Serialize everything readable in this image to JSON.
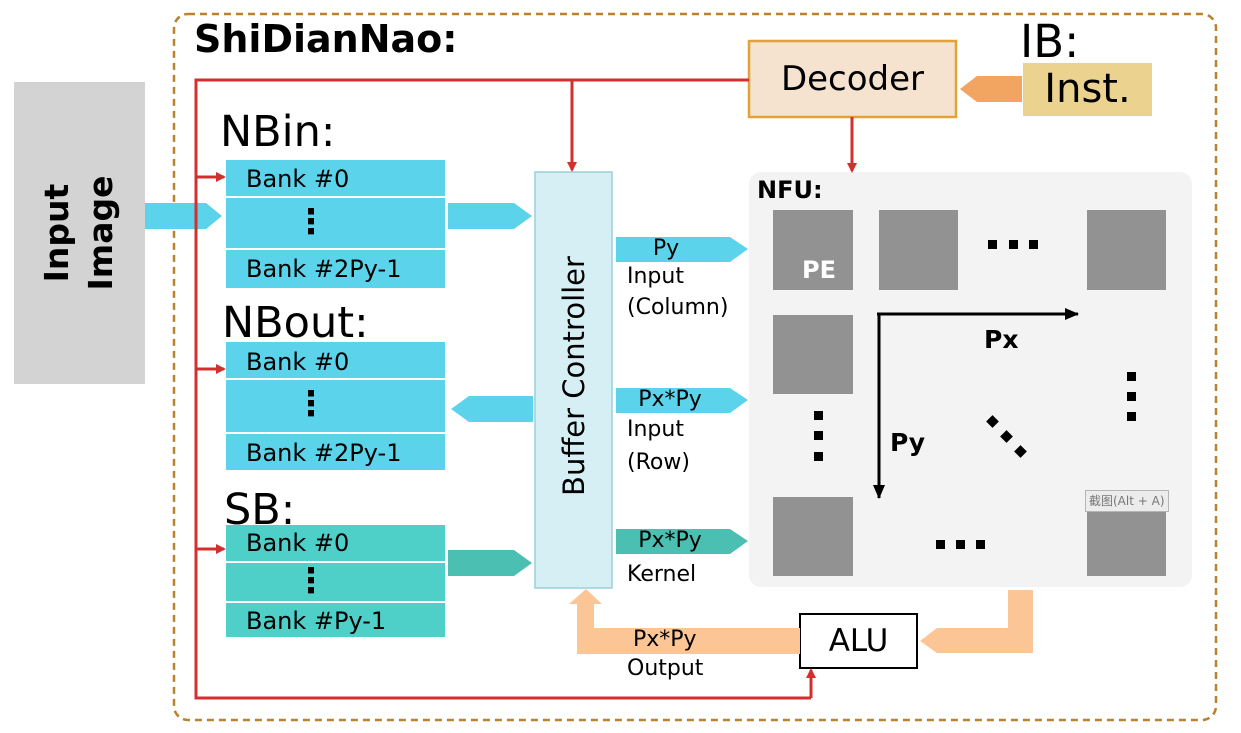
{
  "title": "ShiDianNao:",
  "input_image": {
    "line1": "Input",
    "line2": "Image"
  },
  "ib": {
    "label": "IB:",
    "inst": "Inst."
  },
  "decoder": {
    "label": "Decoder"
  },
  "nbin": {
    "label": "NBin:",
    "bank_first": "Bank #0",
    "ellipsis": "⋮",
    "bank_last": "Bank #2Py-1"
  },
  "nbout": {
    "label": "NBout:",
    "bank_first": "Bank #0",
    "ellipsis": "⋮",
    "bank_last": "Bank #2Py-1"
  },
  "sb": {
    "label": "SB:",
    "bank_first": "Bank #0",
    "ellipsis": "⋮",
    "bank_last": "Bank #Py-1"
  },
  "buffer_controller": {
    "label": "Buffer Controller"
  },
  "signals": {
    "py_input": {
      "tag": "Py",
      "line1": "Input",
      "line2": "(Column)"
    },
    "pxpy_input": {
      "tag": "Px*Py",
      "line1": "Input",
      "line2": "(Row)"
    },
    "pxpy_kernel": {
      "tag": "Px*Py",
      "line1": "Kernel"
    },
    "pxpy_output": {
      "tag": "Px*Py",
      "line1": "Output"
    }
  },
  "nfu": {
    "label": "NFU:",
    "pe_label": "PE",
    "px_label": "Px",
    "py_label": "Py"
  },
  "alu": {
    "label": "ALU"
  },
  "overlay_tooltip": "截图(Alt + A)",
  "colors": {
    "nb_blue": "#5bd3ea",
    "sb_teal": "#4ecfc8",
    "control_red": "#d32f2f",
    "output_orange": "#fcc595",
    "decoder_fill": "#f5e3cf",
    "decoder_border": "#e2a236",
    "inst_fill": "#ebd28e",
    "pe_gray": "#929292",
    "nfu_bg": "#f3f3f3",
    "frame_brown": "#b8822f"
  }
}
